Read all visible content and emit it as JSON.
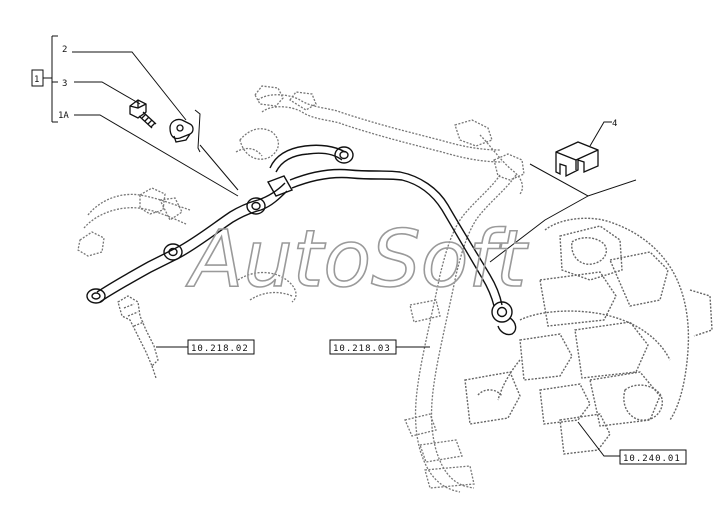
{
  "callouts": {
    "group": "1",
    "item_2": "2",
    "item_3": "3",
    "item_1a": "1A",
    "item_4": "4"
  },
  "references": {
    "injector": "10.218.02",
    "leak_off_line": "10.218.03",
    "injection_pump": "10.240.01"
  },
  "watermark": "AutoSoft",
  "colors": {
    "line": "#111111",
    "ghost": "#9a9a9a",
    "background": "#ffffff"
  }
}
